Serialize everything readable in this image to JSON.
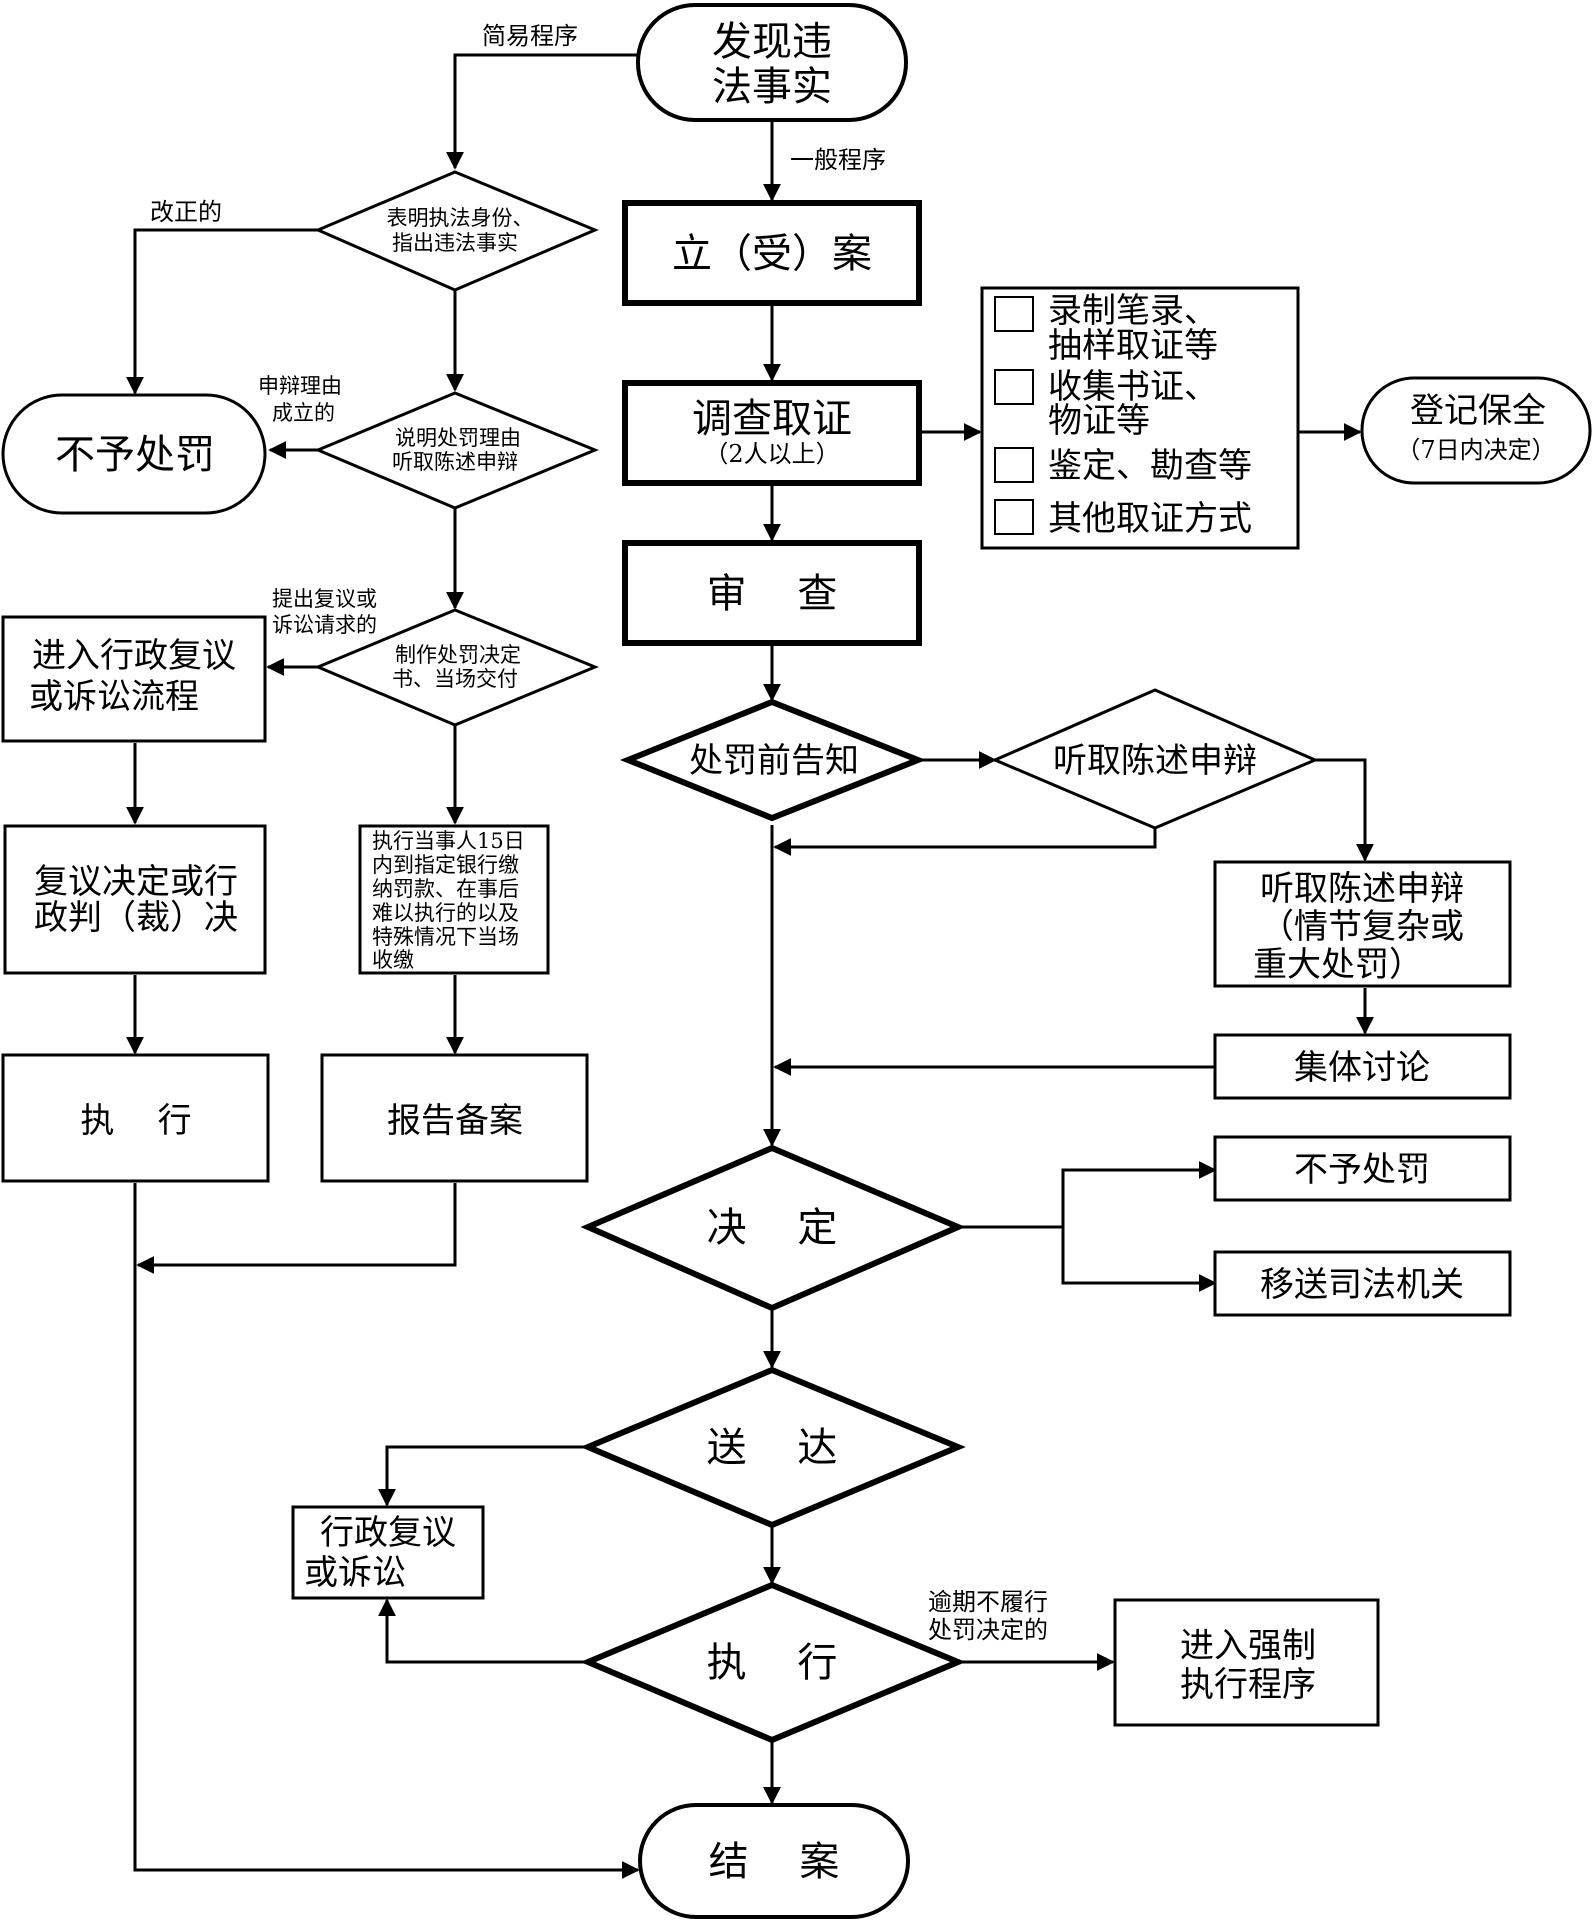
{
  "nodes": {
    "discover": [
      "发现违",
      "法事实"
    ],
    "file_case": "立（受）案",
    "investigate": "调查取证",
    "investigate_note": "（2人以上）",
    "review": "审    查",
    "pre_notice": "处罚前告知",
    "hear_right": "听取陈述申辩",
    "hear_box": [
      "听取陈述申辩",
      "（情节复杂或",
      "重大处罚）"
    ],
    "group_discuss": "集体讨论",
    "decide": "决    定",
    "no_penalty_r": "不予处罚",
    "transfer": "移送司法机关",
    "deliver": "送    达",
    "admin_review_box": [
      "行政复议",
      "或诉讼"
    ],
    "execute_main": "执    行",
    "enforce": [
      "进入强制",
      "执行程序"
    ],
    "close": "结    案",
    "register": [
      "登记保全",
      "（7日内决定）"
    ],
    "evidence_items": [
      [
        "录制笔录、",
        "抽样取证等"
      ],
      [
        "收集书证、",
        "物证等"
      ],
      [
        "鉴定、勘查等"
      ],
      [
        "其他取证方式"
      ]
    ],
    "identity": [
      "表明执法身份、",
      "指出违法事实"
    ],
    "explain": [
      "说明处罚理由",
      "听取陈述申辩"
    ],
    "make_decision": [
      "制作处罚决定",
      "书、当场交付"
    ],
    "no_penalty_l": "不予处罚",
    "admin_flow": [
      "进入行政复议",
      "或诉讼流程"
    ],
    "review_result": [
      "复议决定或行",
      "政判（裁）决"
    ],
    "execute_left": "执    行",
    "payment": [
      "执行当事人15日",
      "内到指定银行缴",
      "纳罚款、在事后",
      "难以执行的以及",
      "特殊情况下当场",
      "收缴"
    ],
    "report": "报告备案"
  },
  "edge_labels": {
    "simple": "简易程序",
    "general": "一般程序",
    "corrected": "改正的",
    "defense_valid": [
      "申辩理由",
      "成立的"
    ],
    "request_review": [
      "提出复议或",
      "诉讼请求的"
    ],
    "overdue": [
      "逾期不履行",
      "处罚决定的"
    ]
  }
}
